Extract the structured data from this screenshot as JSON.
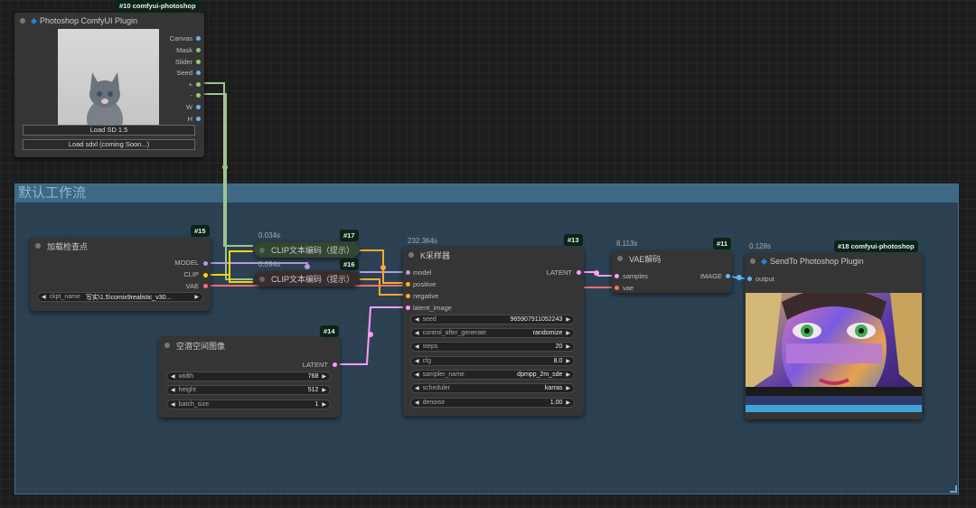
{
  "group": {
    "title": "默认工作流"
  },
  "nodes": {
    "ps_plugin": {
      "badge": "#10 comfyui-photoshop",
      "title": "Photoshop ComfyUI Plugin",
      "outputs": [
        "Canvas",
        "Mask",
        "Slider",
        "Seed",
        "+",
        "-",
        "W",
        "H"
      ],
      "buttons": [
        "Load SD 1.5",
        "Load sdxl (coming Soon...)"
      ]
    },
    "checkpoint": {
      "badge": "#15",
      "title": "加载检查点",
      "outputs": [
        "MODEL",
        "CLIP",
        "VAE"
      ],
      "widget": {
        "label": "ckpt_name",
        "value": "写实\\1.5\\comix9realistic_v30..."
      }
    },
    "clip17": {
      "badge": "#17",
      "time": "0.034s",
      "title": "CLIP文本编码（提示）"
    },
    "clip16": {
      "badge": "#16",
      "time": "0.094s",
      "title": "CLIP文本编码（提示）"
    },
    "latent": {
      "badge": "#14",
      "title": "空潜空间图像",
      "output": "LATENT",
      "widgets": [
        {
          "label": "width",
          "value": "768"
        },
        {
          "label": "height",
          "value": "512"
        },
        {
          "label": "batch_size",
          "value": "1"
        }
      ]
    },
    "ksampler": {
      "badge": "#13",
      "time": "232.364s",
      "title": "K采样器",
      "inputs": [
        "model",
        "positive",
        "negative",
        "latent_image"
      ],
      "output": "LATENT",
      "widgets": [
        {
          "label": "seed",
          "value": "965907911052243"
        },
        {
          "label": "control_after_generate",
          "value": "randomize"
        },
        {
          "label": "steps",
          "value": "20"
        },
        {
          "label": "cfg",
          "value": "8.0"
        },
        {
          "label": "sampler_name",
          "value": "dpmpp_2m_sde"
        },
        {
          "label": "scheduler",
          "value": "karras"
        },
        {
          "label": "denoise",
          "value": "1.00"
        }
      ]
    },
    "vae": {
      "badge": "#11",
      "time": "8.113s",
      "title": "VAE解码",
      "inputs": [
        "samples",
        "vae"
      ],
      "output": "IMAGE"
    },
    "sendto": {
      "badge": "#18 comfyui-photoshop",
      "time": "0.128s",
      "title": "SendTo Photoshop Plugin",
      "input": "output"
    }
  },
  "colors": {
    "model": "#b39ddb",
    "clip": "#ffd500",
    "vae": "#ff6e6e",
    "latent": "#ff9cf9",
    "conditioning": "#ffa931",
    "image": "#64b5f6",
    "number": "#8fd16b"
  }
}
